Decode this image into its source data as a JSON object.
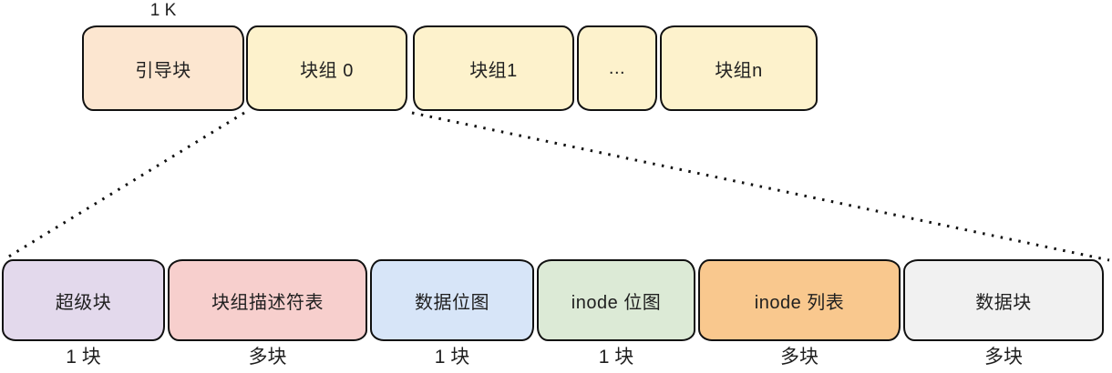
{
  "diagram": {
    "description_colors": {
      "outline": "#111111",
      "background": "#ffffff"
    },
    "top_row": {
      "size_label": "1 K",
      "blocks": [
        {
          "label": "引导块",
          "color": "#fce6d0"
        },
        {
          "label": "块组 0",
          "color": "#fdf2cc"
        },
        {
          "label": "块组1",
          "color": "#fdf2cc"
        },
        {
          "label": "...",
          "color": "#fdf2cc"
        },
        {
          "label": "块组n",
          "color": "#fdf2cc"
        }
      ]
    },
    "bottom_row": {
      "blocks": [
        {
          "label": "超级块",
          "color": "#e3d9ec",
          "size": "1 块"
        },
        {
          "label": "块组描述符表",
          "color": "#f7cfcd",
          "size": "多块"
        },
        {
          "label": "数据位图",
          "color": "#d7e5f8",
          "size": "1 块"
        },
        {
          "label": "inode 位图",
          "color": "#dcead6",
          "size": "1 块"
        },
        {
          "label": "inode 列表",
          "color": "#f9c88e",
          "size": "多块"
        },
        {
          "label": "数据块",
          "color": "#f1f1f1",
          "size": "多块"
        }
      ]
    }
  }
}
